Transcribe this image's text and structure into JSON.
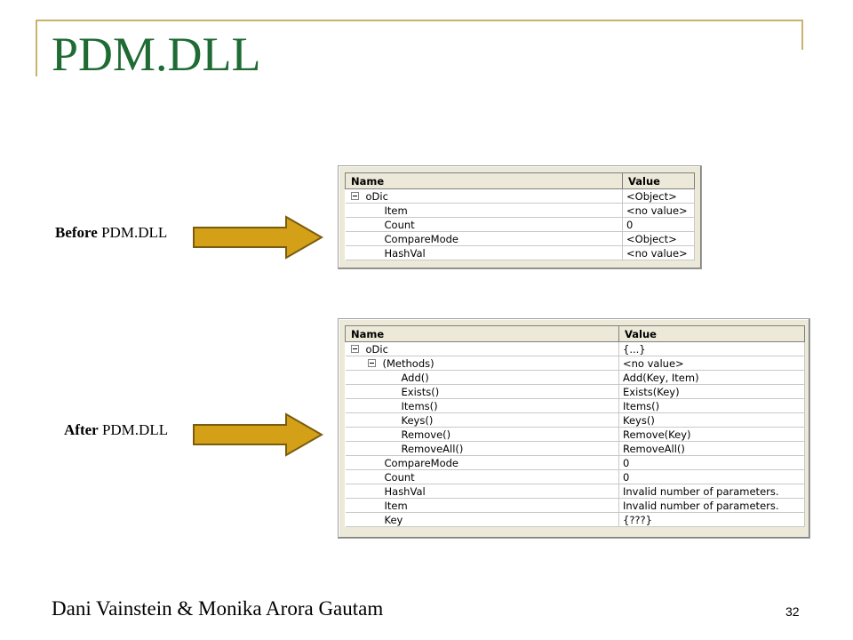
{
  "slide": {
    "title": "PDM.DLL",
    "before_bold": "Before",
    "before_rest": " PDM.DLL",
    "after_bold": "After",
    "after_rest": " PDM.DLL",
    "footer": "Dani Vainstein & Monika Arora Gautam",
    "page_number": "32",
    "accent_color": "#1f6b34",
    "frame_color": "#c9b26b",
    "arrow_color": "#d4a017"
  },
  "before_grid": {
    "headers": [
      "Name",
      "Value"
    ],
    "rows": [
      {
        "name": "oDic",
        "value": "<Object>",
        "indent": 0,
        "toggle": true
      },
      {
        "name": "Item",
        "value": "<no value>",
        "indent": 1,
        "toggle": false
      },
      {
        "name": "Count",
        "value": "0",
        "indent": 1,
        "toggle": false
      },
      {
        "name": "CompareMode",
        "value": "<Object>",
        "indent": 1,
        "toggle": false
      },
      {
        "name": "HashVal",
        "value": "<no value>",
        "indent": 1,
        "toggle": false
      }
    ]
  },
  "after_grid": {
    "headers": [
      "Name",
      "Value"
    ],
    "rows": [
      {
        "name": "oDic",
        "value": "{...}",
        "indent": 0,
        "toggle": true
      },
      {
        "name": "(Methods)",
        "value": "<no value>",
        "indent": 1,
        "toggle": true
      },
      {
        "name": "Add()",
        "value": "Add(Key, Item)",
        "indent": 2,
        "toggle": false
      },
      {
        "name": "Exists()",
        "value": "Exists(Key)",
        "indent": 2,
        "toggle": false
      },
      {
        "name": "Items()",
        "value": "Items()",
        "indent": 2,
        "toggle": false
      },
      {
        "name": "Keys()",
        "value": "Keys()",
        "indent": 2,
        "toggle": false
      },
      {
        "name": "Remove()",
        "value": "Remove(Key)",
        "indent": 2,
        "toggle": false
      },
      {
        "name": "RemoveAll()",
        "value": "RemoveAll()",
        "indent": 2,
        "toggle": false
      },
      {
        "name": "CompareMode",
        "value": "0",
        "indent": 1,
        "toggle": false
      },
      {
        "name": "Count",
        "value": "0",
        "indent": 1,
        "toggle": false
      },
      {
        "name": "HashVal",
        "value": "Invalid number of parameters.",
        "indent": 1,
        "toggle": false
      },
      {
        "name": "Item",
        "value": "Invalid number of parameters.",
        "indent": 1,
        "toggle": false
      },
      {
        "name": "Key",
        "value": "{???}",
        "indent": 1,
        "toggle": false
      }
    ]
  }
}
